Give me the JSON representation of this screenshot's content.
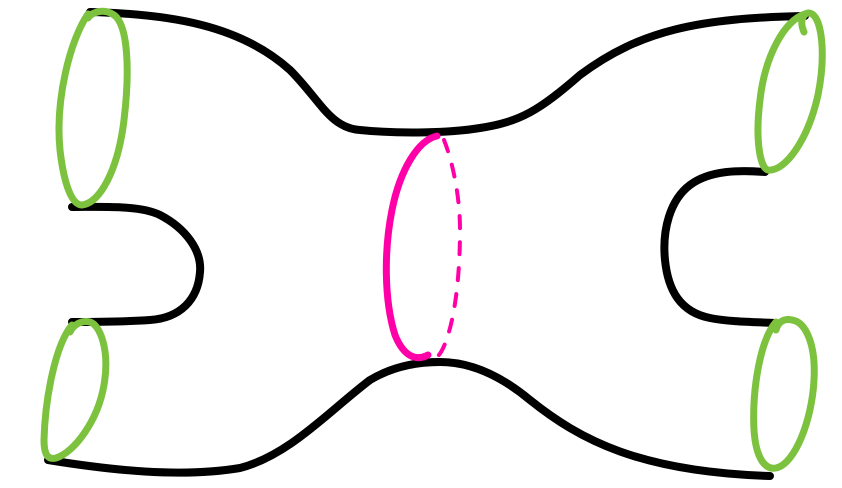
{
  "figure": {
    "colors": {
      "surface_outline": "#000000",
      "boundary_circles": "#7dc23f",
      "separating_curve": "#ff00a8",
      "background": "#ffffff"
    },
    "boundary_components": [
      "left-top",
      "left-bottom",
      "right-top",
      "right-bottom"
    ],
    "separating_curve": {
      "front_style": "solid",
      "back_style": "dashed"
    }
  }
}
